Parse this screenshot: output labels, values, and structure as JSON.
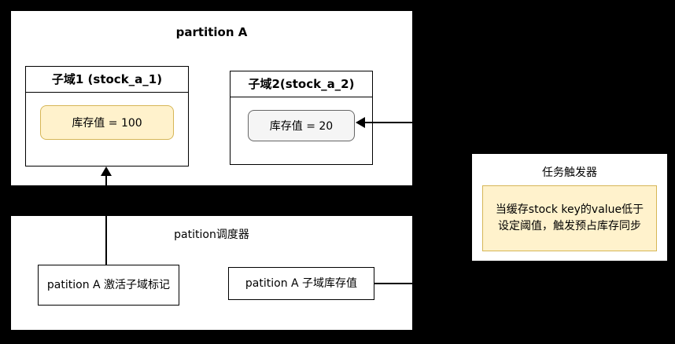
{
  "partition_a": {
    "title": "partition A",
    "subdomain1": {
      "title": "子域1 (stock_a_1)",
      "stock_value": "库存值 = 100"
    },
    "subdomain2": {
      "title": "子域2(stock_a_2)",
      "stock_value": "库存值 = 20"
    }
  },
  "scheduler": {
    "title": "patition调度器",
    "activation_label": "patition A 激活子域标记",
    "stock_label": "patition A 子域库存值"
  },
  "trigger": {
    "title": "任务触发器",
    "note": "当缓存stock key的value低于设定阈值，触发预占库存同步"
  },
  "colors": {
    "background": "#000000",
    "panel_fill": "#ffffff",
    "highlight_fill": "#fff2cc",
    "highlight_border": "#d6b656",
    "muted_fill": "#f5f5f5",
    "muted_border": "#666666",
    "connector": "#000000"
  }
}
